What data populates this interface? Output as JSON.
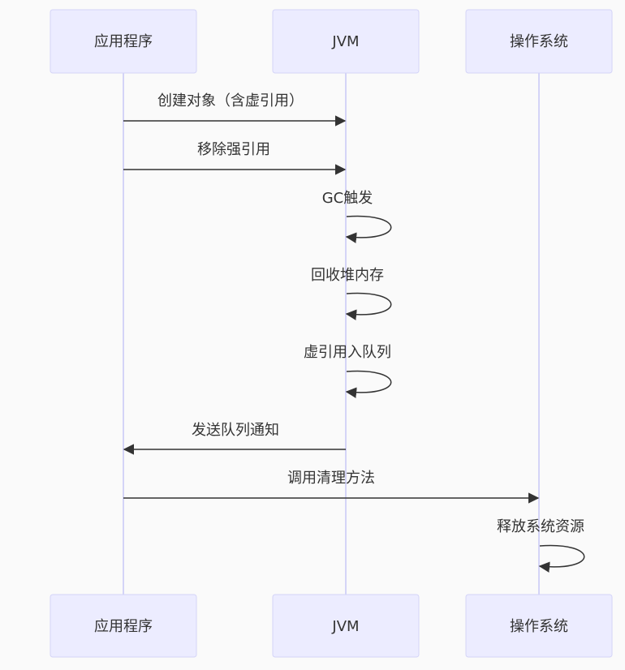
{
  "participants": [
    {
      "id": "app",
      "label": "应用程序"
    },
    {
      "id": "jvm",
      "label": "JVM"
    },
    {
      "id": "os",
      "label": "操作系统"
    }
  ],
  "messages": [
    {
      "from": "app",
      "to": "jvm",
      "text": "创建对象（含虚引用）"
    },
    {
      "from": "app",
      "to": "jvm",
      "text": "移除强引用"
    },
    {
      "from": "jvm",
      "to": "jvm",
      "text": "GC触发"
    },
    {
      "from": "jvm",
      "to": "jvm",
      "text": "回收堆内存"
    },
    {
      "from": "jvm",
      "to": "jvm",
      "text": "虚引用入队列"
    },
    {
      "from": "jvm",
      "to": "app",
      "text": "发送队列通知"
    },
    {
      "from": "app",
      "to": "os",
      "text": "调用清理方法"
    },
    {
      "from": "os",
      "to": "os",
      "text": "释放系统资源"
    }
  ],
  "colors": {
    "actor_fill": "#ececff",
    "actor_stroke": "#d4d4f7",
    "line": "#333333",
    "text": "#333333"
  }
}
